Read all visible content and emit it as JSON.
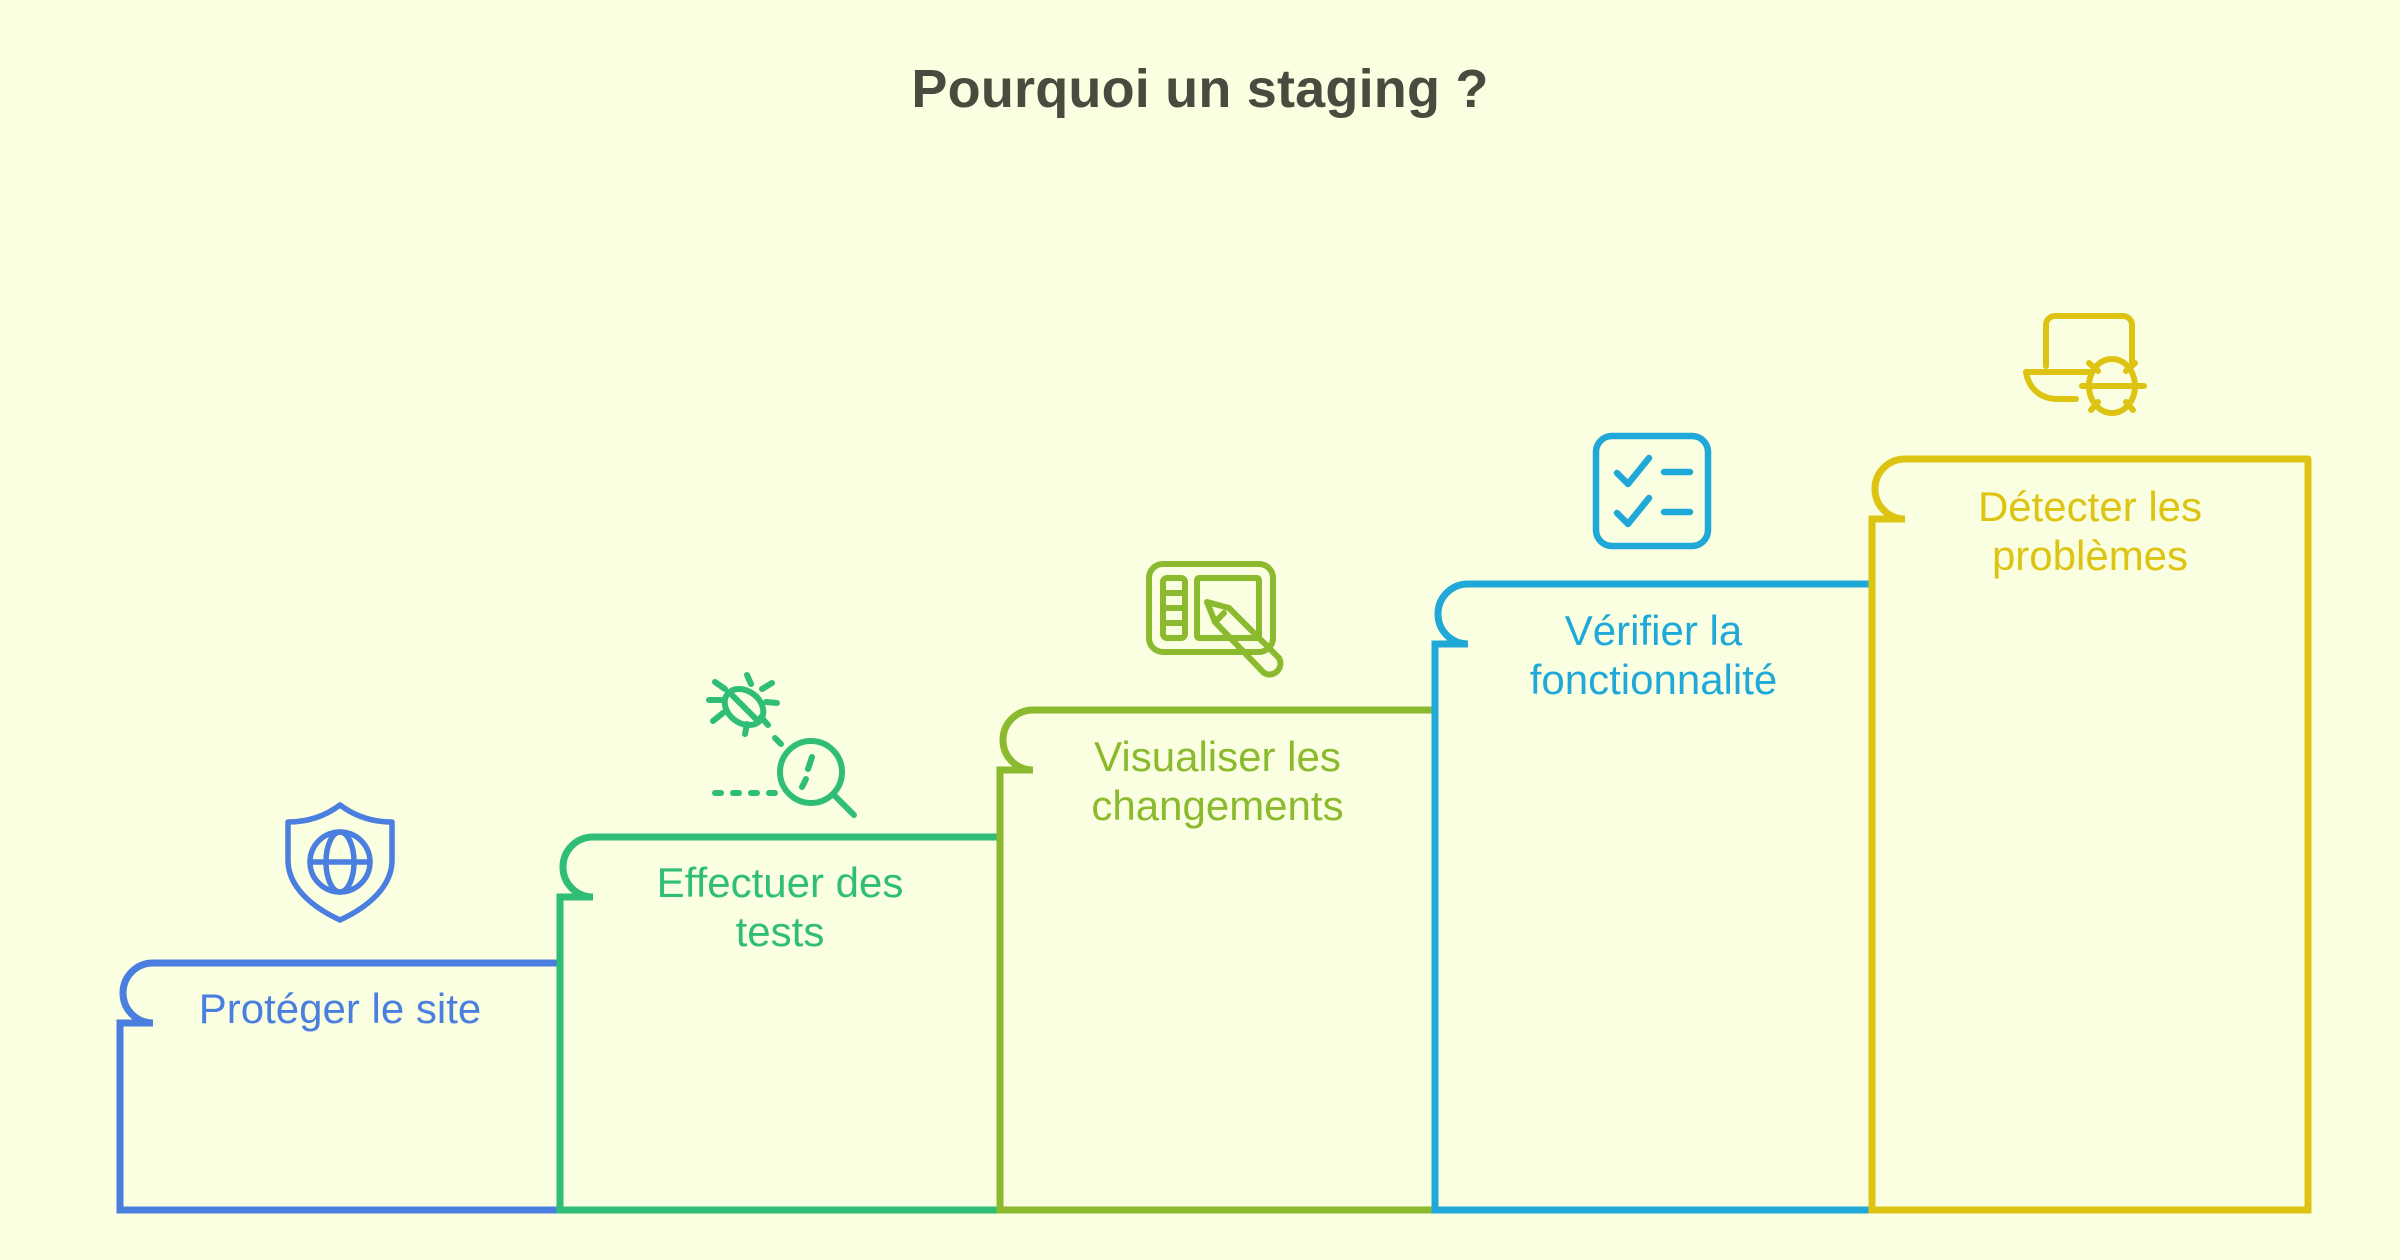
{
  "background_color": "#fbffe1",
  "header": {
    "title": "Pourquoi un staging ?",
    "title_color": "#4a4a3f"
  },
  "chart_data": {
    "type": "bar",
    "title": "Pourquoi un staging ?",
    "xlabel": "",
    "ylabel": "",
    "grid": false,
    "legend_position": "none",
    "categories": [
      "Protéger le site",
      "Effectuer des tests",
      "Visualiser les changements",
      "Vérifier la fonctionnalité",
      "Détecter les problèmes"
    ],
    "values": [
      1,
      2,
      3,
      4,
      5
    ],
    "note": "Ascending staircase of five steps, each progressively taller from left to right"
  },
  "steps": [
    {
      "index": 1,
      "label": "Protéger le site",
      "color": "#4a7fe0",
      "icon": "shield-globe-icon",
      "height_rank": 1
    },
    {
      "index": 2,
      "label": "Effectuer des\ntests",
      "color": "#2fbd78",
      "icon": "bug-magnifier-icon",
      "height_rank": 2
    },
    {
      "index": 3,
      "label": "Visualiser les\nchangements",
      "color": "#8cba2e",
      "icon": "graphics-tablet-stylus-icon",
      "height_rank": 3
    },
    {
      "index": 4,
      "label": "Vérifier la\nfonctionnalité",
      "color": "#1fa8d8",
      "icon": "checklist-icon",
      "height_rank": 4
    },
    {
      "index": 5,
      "label": "Détecter les\nproblèmes",
      "color": "#ddc413",
      "icon": "laptop-bug-icon",
      "height_rank": 5
    }
  ]
}
